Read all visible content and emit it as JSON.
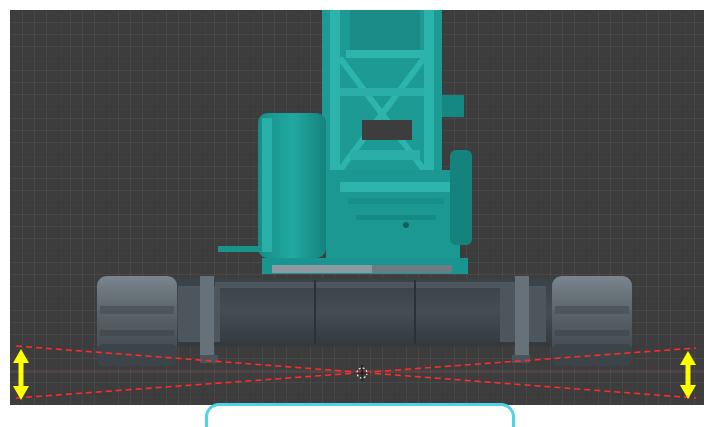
{
  "viewport": {
    "background": "#3d3d3d",
    "model_color": "#1f9e98",
    "track_color": "#3f464c",
    "measure_line_color": "#ff2a2a",
    "arrow_color": "#ffff00"
  },
  "icons": {
    "left_arrow": "double-headed-vertical-arrow",
    "right_arrow": "double-headed-vertical-arrow",
    "origin": "3d-cursor"
  },
  "caption": {
    "accent": "#4fd3ea"
  }
}
